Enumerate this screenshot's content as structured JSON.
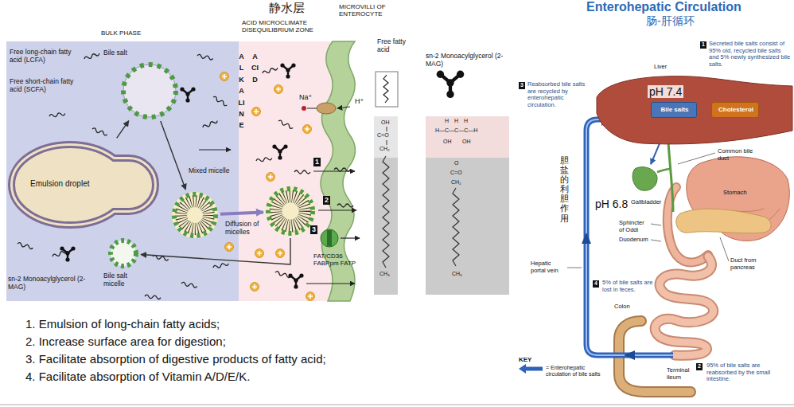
{
  "diagram": {
    "title": "Enterohepatic Circulation",
    "nodes": [
      {
        "text": [
          "Bile salt"
        ]
      },
      {
        "text": [
          "Emulsion droplet"
        ]
      },
      {
        "text": [
          "Mixed micelle"
        ]
      },
      {
        "text": [
          "Diffusion of micelles"
        ]
      },
      {
        "text": [
          "FAT/CD36 FABPpm FATP"
        ]
      },
      {
        "text": [
          "Bile salt micelle"
        ]
      },
      {
        "text": [
          "Liver"
        ]
      },
      {
        "text": [
          "Bile salts"
        ],
        "in": 6
      },
      {
        "text": [
          "Cholesterol"
        ],
        "in": 6
      },
      {
        "text": [
          "Gallbladder"
        ]
      }
    ],
    "edges": [
      {
        "from": 1,
        "to": 0,
        "arrow": "to"
      },
      {
        "from": 0,
        "to": 2,
        "arrow": "to"
      },
      {
        "from": 2,
        "to": 3,
        "arrow": "to"
      },
      {
        "from": 3,
        "to": 5,
        "arrow": "to"
      },
      {
        "from": 7,
        "to": 9,
        "arrow": "to"
      }
    ],
    "labels": [
      "静水层",
      "BULK PHASE",
      "ACID MICROCLIMATE DISEQUILIBRIUM ZONE",
      "MICROVILLI OF ENTEROCYTE",
      "Free long-chain fatty acid (LCFA)",
      "Free short-chain fatty acid (SCFA)",
      "ALKALINE",
      "ACID",
      "Na⁺",
      "H⁺",
      "1",
      "2",
      "3",
      "sn-2 Monoacylglycerol (2-MAG)",
      "Free fatty acid",
      "sn-2 Monoacylglycerol (2-MAG)",
      "OH",
      "C=O",
      "CH₂",
      "CH₃",
      "H",
      "H",
      "H",
      "H—C—C—C—H",
      "OH",
      "OH",
      "O",
      "C=O",
      "CH₂",
      "CH₃",
      "1. Emulsion of long-chain fatty acids;",
      "2. Increase surface area for digestion;",
      "3. Facilitate absorption of digestive products of fatty acid;",
      "4. Facilitate absorption of Vitamin A/D/E/K.",
      "肠-肝循环",
      "1",
      "Secreted bile salts consist of 95% old, recycled bile salts and 5% newly synthesized bile salts.",
      "3",
      "Reabsorbed bile salts are recycled by enterohepatic circulation.",
      "pH 7.4",
      "Common bile duct",
      "pH 6.8",
      "Stomach",
      "Sphincter of Oddi",
      "Duodenum",
      "Duct from pancreas",
      "Hepatic portal vein",
      "4",
      "5% of bile salts are lost in feces.",
      "Colon",
      "KEY",
      "Terminal ileum",
      "2",
      "95% of bile salts are reabsorbed by the small intestine.",
      "胆盐的利胆作用"
    ],
    "legend": [
      {
        "text": "= Enterohepatic circulation of bile salts"
      }
    ]
  }
}
